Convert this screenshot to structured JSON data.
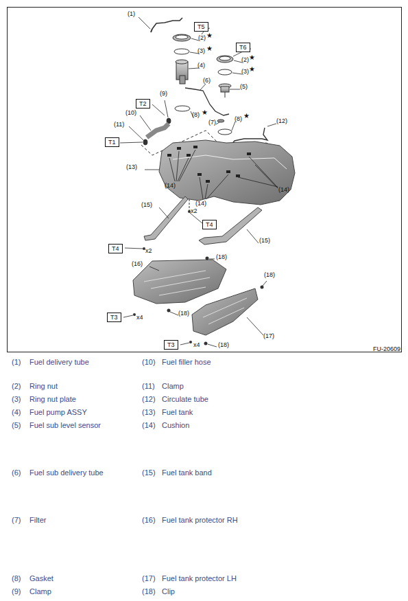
{
  "diagram": {
    "nodes": [
      {
        "text": [
          "T5"
        ]
      },
      {
        "text": [
          "T6"
        ]
      },
      {
        "text": [
          "T2"
        ]
      },
      {
        "text": [
          "T1"
        ]
      },
      {
        "text": [
          "T4"
        ]
      },
      {
        "text": [
          "T4"
        ]
      },
      {
        "text": [
          "T3"
        ]
      },
      {
        "text": [
          "T3"
        ]
      }
    ],
    "labels": [
      "(1)",
      "(2)",
      "★",
      "(3)",
      "★",
      "(4)",
      "(2)",
      "★",
      "(3)",
      "★",
      "(5)",
      "(6)",
      "(9)",
      "(10)",
      "(11)",
      "(8)",
      "★",
      "(7)",
      "(8)",
      "★",
      "(12)",
      "(13)",
      "(14)",
      "(14)",
      "(14)",
      "(15)",
      "x2",
      "x2",
      "(15)",
      "(18)",
      "(16)",
      "(18)",
      "(18)",
      "x4",
      "(17)",
      "x4",
      "(18)",
      "FU-20609",
      "(1)",
      "Fuel delivery tube",
      "(10)",
      "Fuel filler hose",
      "(2)",
      "Ring nut",
      "(11)",
      "Clamp",
      "(3)",
      "Ring nut plate",
      "(12)",
      "Circulate tube",
      "(4)",
      "Fuel pump ASSY",
      "(13)",
      "Fuel tank",
      "(5)",
      "Fuel sub level sensor",
      "(14)",
      "Cushion",
      "(6)",
      "Fuel sub delivery tube",
      "(15)",
      "Fuel tank band",
      "(7)",
      "Filter",
      "(16)",
      "Fuel tank protector RH",
      "(8)",
      "Gasket",
      "(17)",
      "Fuel tank protector LH",
      "(9)",
      "Clamp",
      "(18)",
      "Clip"
    ]
  }
}
